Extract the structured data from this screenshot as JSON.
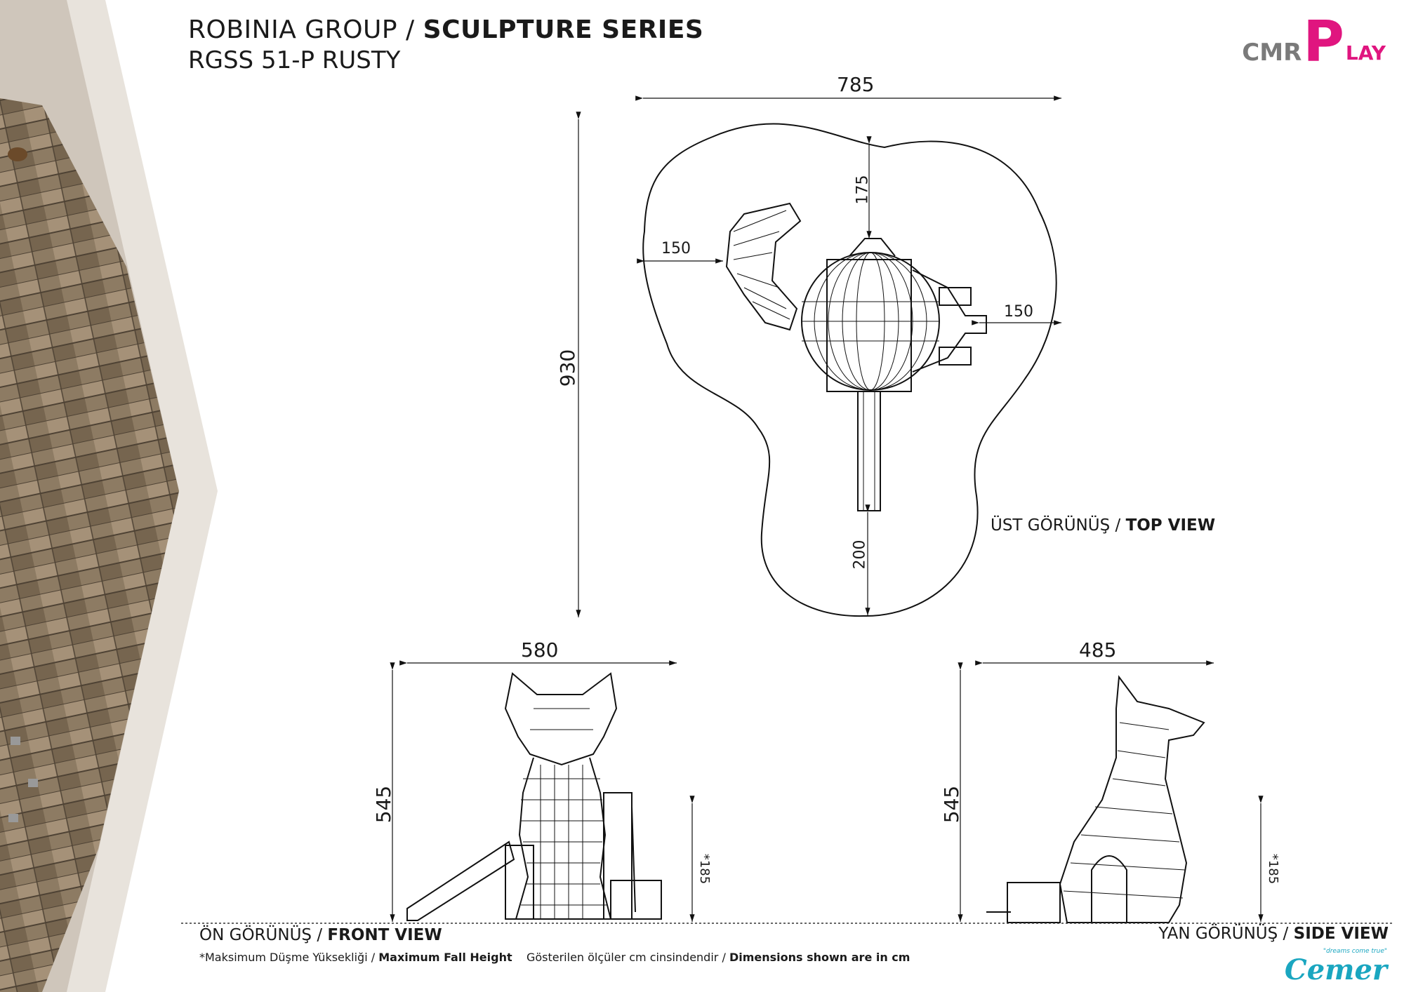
{
  "header": {
    "group": "ROBINIA GROUP",
    "separator": "/",
    "series": "SCULPTURE SERIES",
    "model": "RGSS 51-P RUSTY"
  },
  "logo": {
    "part1": "CMR",
    "part2": "P",
    "part3": "LAY",
    "brand_gray": "#7a7a7a",
    "brand_pink": "#e0157f"
  },
  "top_view": {
    "label_tr": "ÜST GÖRÜNÜŞ",
    "label_en": "TOP VIEW",
    "dim_width": "785",
    "dim_depth": "930",
    "dim_top": "175",
    "dim_left": "150",
    "dim_right": "150",
    "dim_bottom": "200"
  },
  "front_view": {
    "label_tr": "ÖN GÖRÜNÜŞ",
    "label_en": "FRONT VIEW",
    "dim_width": "580",
    "dim_height": "545",
    "dim_fall": "*185"
  },
  "side_view": {
    "label_tr": "YAN GÖRÜNÜŞ",
    "label_en": "SIDE VIEW",
    "dim_width": "485",
    "dim_height": "545",
    "dim_fall": "*185"
  },
  "footer": {
    "fall_tr": "*Maksimum Düşme Yüksekliği",
    "fall_en": "Maximum Fall Height",
    "dims_tr": "Gösterilen ölçüler cm cinsindendir",
    "dims_en": "Dimensions shown are in cm",
    "sep": "/"
  },
  "brand": {
    "name": "Cemer",
    "tagline": "\"dreams come true\"",
    "color": "#1aa6c0"
  }
}
